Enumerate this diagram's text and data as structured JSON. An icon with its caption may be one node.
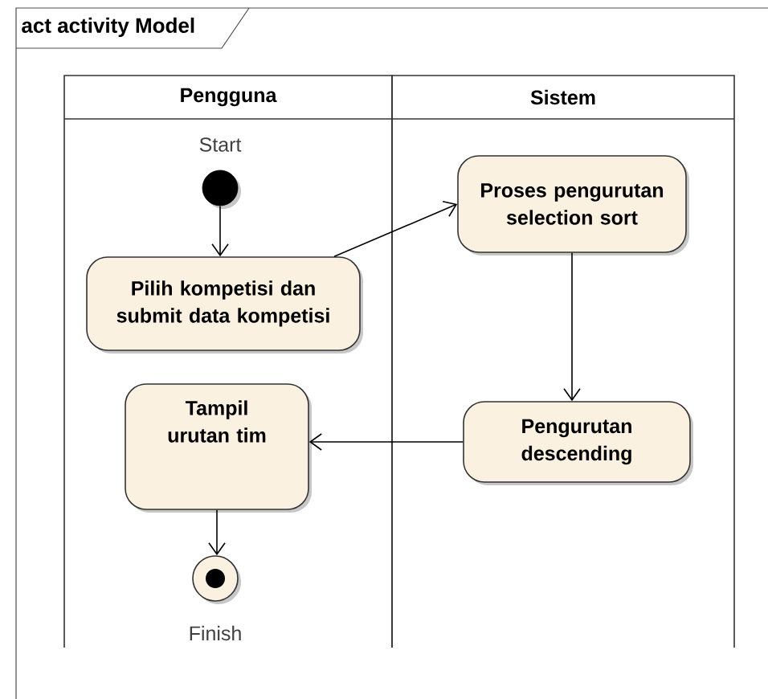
{
  "diagram": {
    "nodes": [
      {
        "text": [
          "act activity Model"
        ]
      },
      {
        "text": [
          "Pengguna"
        ],
        "in": 0
      },
      {
        "text": [
          "Sistem"
        ],
        "in": 0
      },
      {
        "text": [],
        "shape": "circle",
        "beside": [
          "Start"
        ],
        "in": 1
      },
      {
        "text": [
          "Pilih kompetisi dan submit data kompetisi"
        ],
        "in": 1
      },
      {
        "text": [
          "Proses pengurutan selection sort"
        ],
        "in": 2
      },
      {
        "text": [
          "Pengurutan descending"
        ],
        "in": 2
      },
      {
        "text": [
          "Tampil urutan tim"
        ],
        "in": 1
      },
      {
        "text": [],
        "shape": "circle",
        "beside": [
          "Finish"
        ],
        "in": 1
      }
    ],
    "edges": [
      {
        "from": 3,
        "to": 4,
        "arrow": "to"
      },
      {
        "from": 4,
        "to": 5,
        "arrow": "to"
      },
      {
        "from": 5,
        "to": 6,
        "arrow": "to"
      },
      {
        "from": 6,
        "to": 7,
        "arrow": "to"
      },
      {
        "from": 7,
        "to": 8,
        "arrow": "to"
      }
    ]
  }
}
